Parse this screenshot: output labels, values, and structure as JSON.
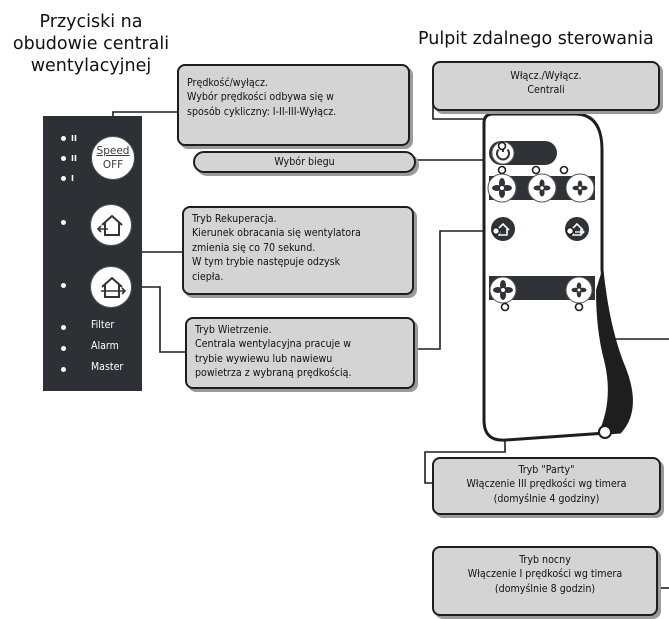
{
  "headings": {
    "left": [
      "Przyciski na",
      "obudowie centrali",
      "wentylacyjnej"
    ],
    "right": "Pulpit zdalnego sterowania"
  },
  "panel": {
    "speed_top": "Speed",
    "speed_bottom": "OFF",
    "speed_levels": [
      "II",
      "II",
      "I"
    ],
    "indicators": [
      "Filter",
      "Alarm",
      "Master"
    ]
  },
  "callouts": {
    "speed_off": [
      "Prędkość/wyłącz.",
      "Wybór prędkości odbywa się w",
      "sposób cykliczny: I-II-III-Wyłącz."
    ],
    "gear_select": "Wybór biegu",
    "recuperation": [
      "Tryb Rekuperacja.",
      "Kierunek obracania się wentylatora",
      "zmienia się co 70 sekund.",
      "W tym trybie następuje odzysk",
      "ciepła."
    ],
    "ventilation": [
      "Tryb Wietrzenie.",
      "Centrala wentylacyjna pracuje w",
      "trybie wywiewu lub nawiewu",
      "powietrza z wybraną prędkością."
    ],
    "power": [
      "Włącz./Wyłącz.",
      "Centrali"
    ],
    "party": [
      "Tryb \"Party\"",
      "Włączenie III prędkości wg timera",
      "(domyślnie 4 godziny)"
    ],
    "night": [
      "Tryb nocny",
      "Włączenie I prędkości wg timera",
      "(domyślnie 8 godzin)"
    ]
  },
  "icons": [
    "power-icon",
    "fan-icon",
    "house-arrow-icon"
  ],
  "colors": {
    "panel": "#2d3034",
    "callout_fill": "#d4d4d4",
    "outline": "#1e1e1e",
    "remote_button": "#2f3236"
  }
}
